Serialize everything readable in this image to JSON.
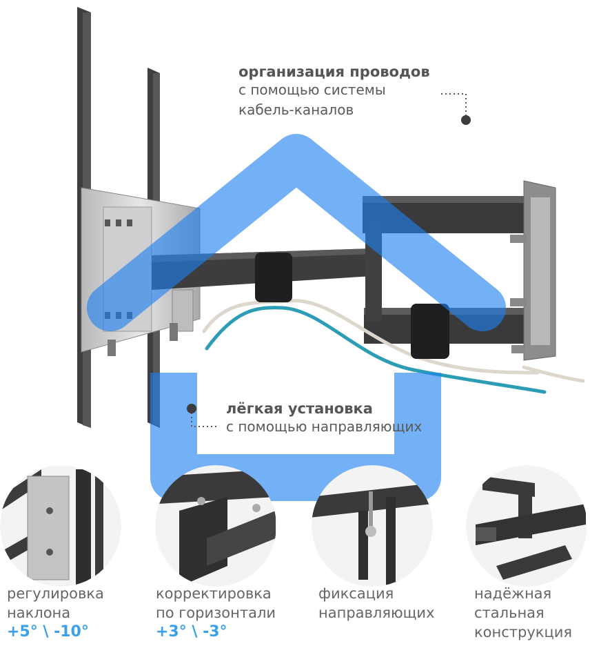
{
  "colors": {
    "accent": "#3aa0e8",
    "logo_blue": "#1f7fef",
    "steel_dark": "#3d3d3f",
    "steel_light": "#c8c8ca",
    "cable_teal": "#2c9db4",
    "cable_white": "#dcd6cc",
    "text": "#5a5a5a"
  },
  "logo": {
    "shape": "house-outline-icon"
  },
  "annotations": {
    "cable_management": {
      "title": "организация проводов",
      "line1": "с помощью системы",
      "line2": "кабель-каналов"
    },
    "installation": {
      "title": "лёгкая установка",
      "line1": "с помощью направляющих"
    }
  },
  "features": [
    {
      "line1": "регулировка",
      "line2": "наклона",
      "accent": "+5° \\ -10°",
      "icon": "tilt-bracket-closeup"
    },
    {
      "line1": "корректировка",
      "line2": "по горизонтали",
      "accent": "+3° \\ -3°",
      "icon": "swivel-joint-closeup"
    },
    {
      "line1": "фиксация",
      "line2": "направляющих",
      "accent": "",
      "icon": "lock-screw-closeup"
    },
    {
      "line1": "надёжная",
      "line2": "стальная",
      "line3": "конструкция",
      "icon": "steel-arm-closeup"
    }
  ]
}
